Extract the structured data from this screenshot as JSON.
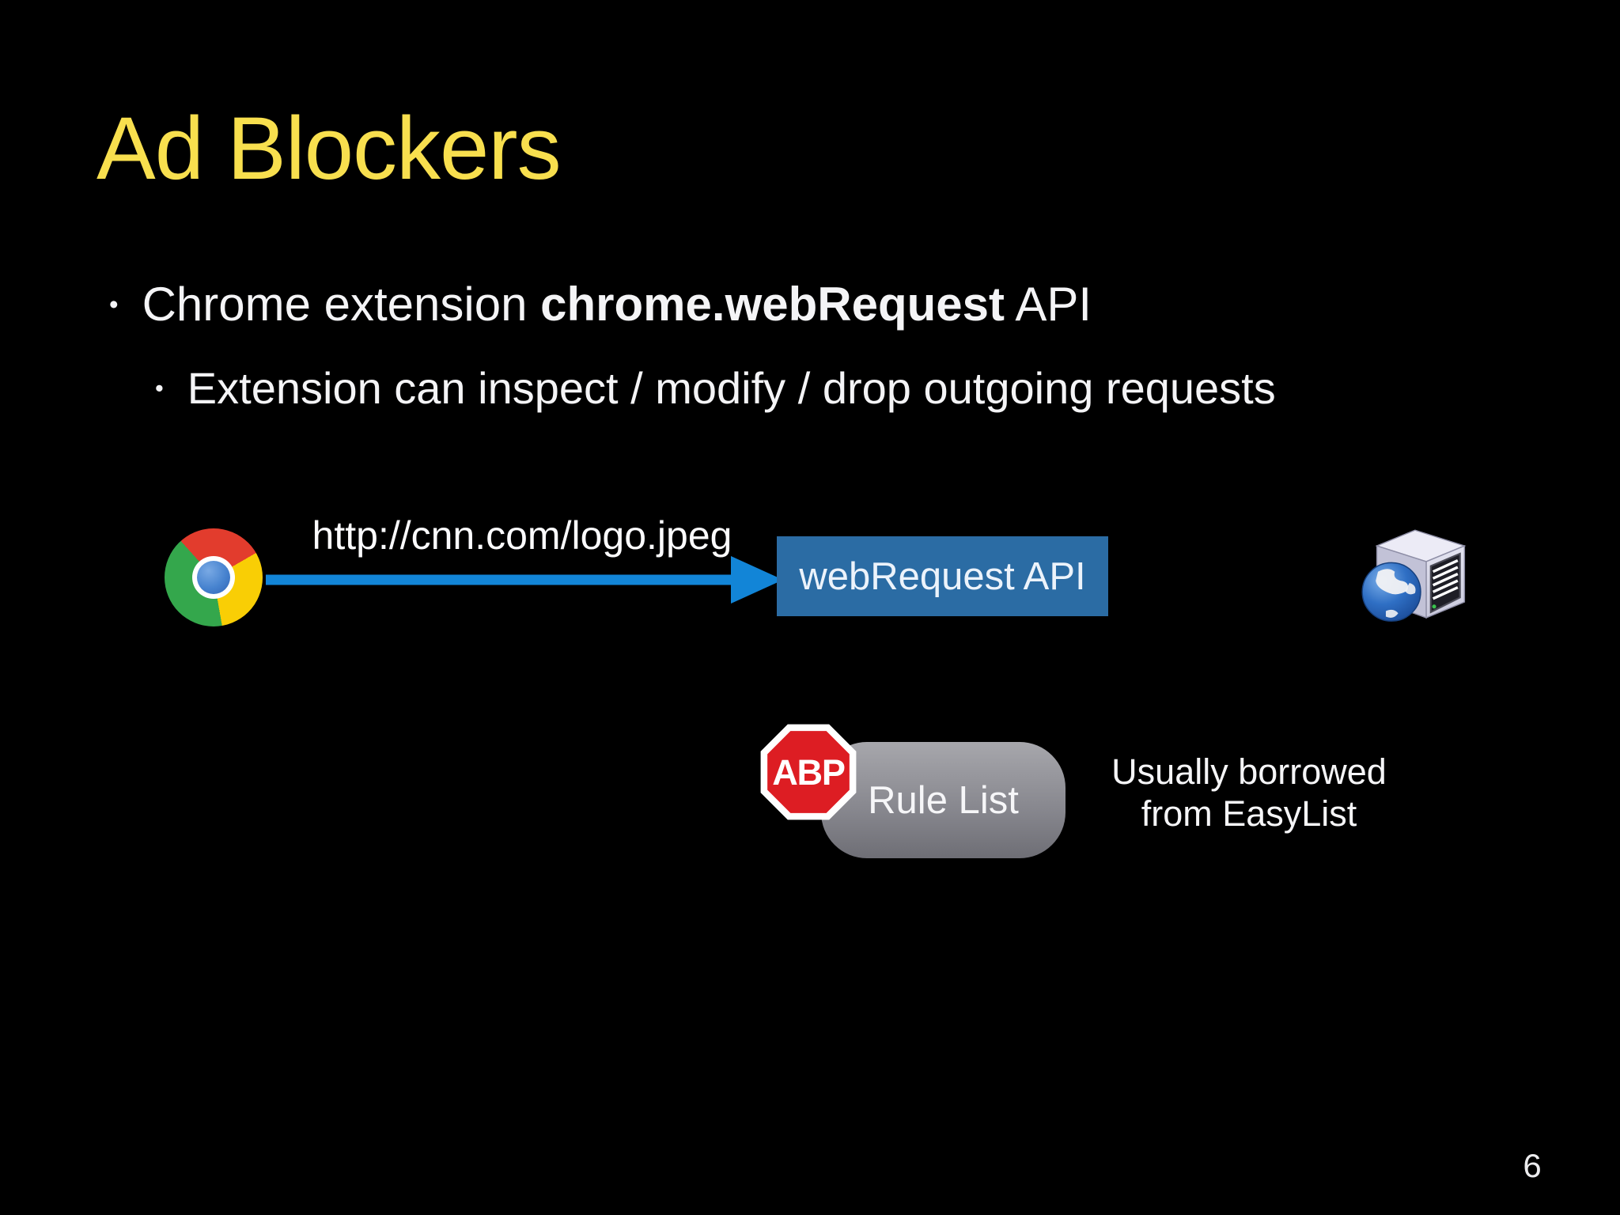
{
  "slide": {
    "title": "Ad Blockers",
    "page_number": "6",
    "background": "#000000",
    "title_color": "#f8df4e"
  },
  "bullets": {
    "marker": "•",
    "item1_pre": "Chrome extension ",
    "item1_bold": "chrome.webRequest",
    "item1_post": " API",
    "item2": "Extension can inspect / modify / drop outgoing requests"
  },
  "diagram": {
    "request_label": "http://cnn.com/logo.jpeg",
    "api_box_label": "webRequest API",
    "abp_badge": "ABP",
    "rule_list_label": "Rule List",
    "note_line1": "Usually borrowed",
    "note_line2": "from EasyList",
    "icons": {
      "browser": "chrome-icon",
      "server": "web-server-icon",
      "adblocker": "abp-stop-sign-icon"
    },
    "colors": {
      "arrow_blue": "#1285d7",
      "api_box_blue": "#2b6ca4",
      "abp_red": "#dd1d23",
      "rule_list_gray": "#8d8d93"
    }
  }
}
